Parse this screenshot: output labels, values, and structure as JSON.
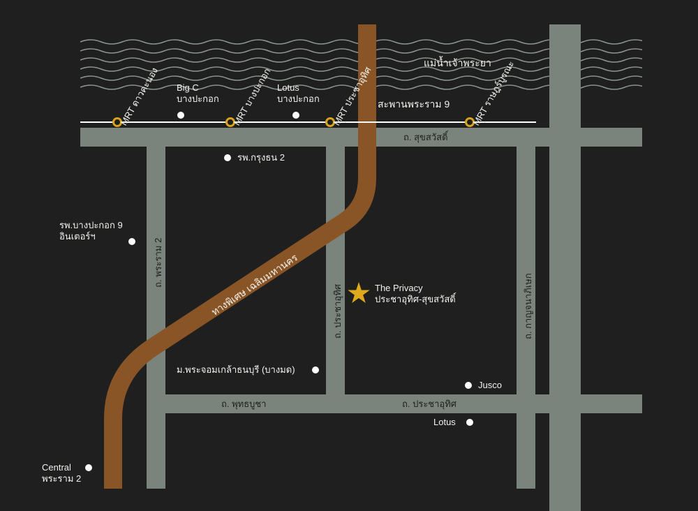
{
  "colors": {
    "background": "#1e1f1e",
    "road": "#7a837c",
    "expressway": "#8a5526",
    "river_waves": "#8d948e",
    "rail": "#ffffff",
    "station": "#d9a41b",
    "star": "#e0a81c",
    "poi_dot": "#ffffff"
  },
  "river": {
    "label": "แม่น้ำเจ้าพระยา"
  },
  "rail": {
    "stations": [
      {
        "label": "MRT ดาวคะนอง"
      },
      {
        "label": "MRT บางปะกอก"
      },
      {
        "label": "MRT ประชาอุทิศ"
      },
      {
        "label": "MRT ราษฎร์บูรณะ"
      }
    ],
    "bridge_label": "สะพานพระราม 9"
  },
  "roads": {
    "suksawat": "ถ. สุขสวัสดิ์",
    "rama2": "ถ. พระราม 2",
    "pracha_uthit_vertical": "ถ. ประชาอุทิศ",
    "kanchanaphisek": "ถ. กาญจนาภิเษก",
    "phutthabucha": "ถ. พุทธบูชา",
    "pracha_uthit_horizontal": "ถ. ประชาอุทิศ",
    "expressway": "ทางพิเศษ เฉลิมมหานคร"
  },
  "pois": {
    "bigc": {
      "line1": "Big C",
      "line2": "บางปะกอก"
    },
    "lotus_top": {
      "line1": "Lotus",
      "line2": "บางปะกอก"
    },
    "hospital_krungthon": "รพ.กรุงธน 2",
    "hospital_bangpakok": {
      "line1": "รพ.บางปะกอก 9",
      "line2": "อินเตอร์ฯ"
    },
    "kmutt": "ม.พระจอมเกล้าธนบุรี (บางมด)",
    "jusco": "Jusco",
    "lotus_bottom": "Lotus",
    "central": {
      "line1": "Central",
      "line2": "พระราม 2"
    }
  },
  "project": {
    "line1": "The Privacy",
    "line2": "ประชาอุทิศ-สุขสวัสดิ์"
  }
}
